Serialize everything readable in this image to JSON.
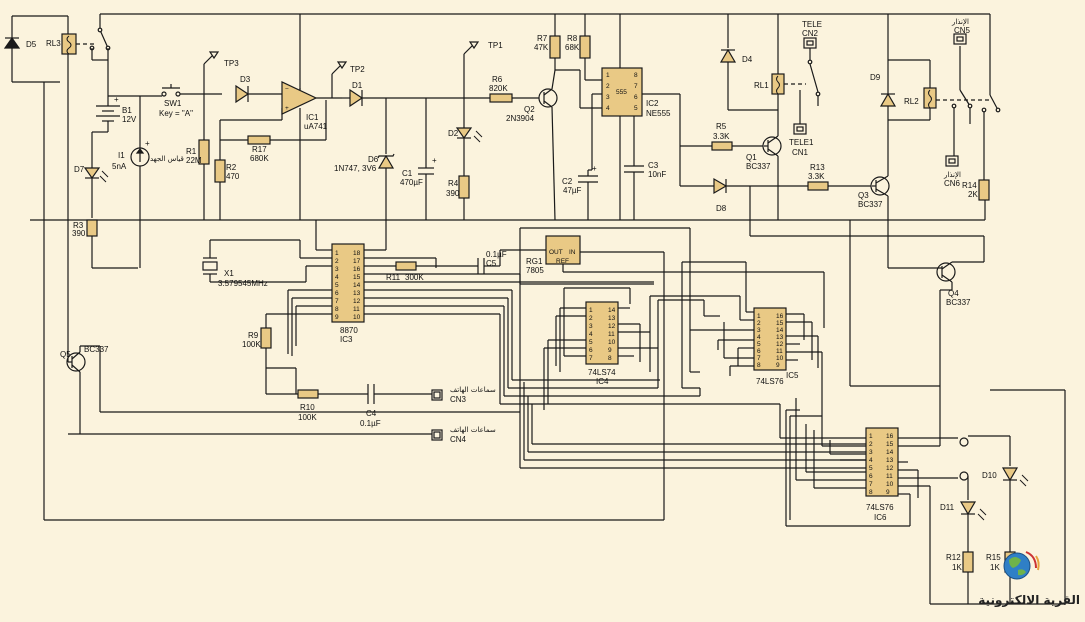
{
  "labels": {
    "d5": "D5",
    "rl3": "RL3",
    "b1": "B1",
    "b1_v": "12V",
    "d7": "D7",
    "i1": "I1",
    "i1_v": "5nA",
    "i1_ar": "قياس الجهد",
    "r3": "R3",
    "r3_v": "390",
    "sw1": "SW1",
    "sw1_key": "Key = \"A\"",
    "r1": "R1",
    "r1_v": "22M",
    "r2": "R2",
    "r2_v": "470",
    "r17": "R17",
    "r17_v": "680K",
    "d3": "D3",
    "tp3": "TP3",
    "ic1": "IC1",
    "ic1_v": "uA741",
    "tp2": "TP2",
    "d1": "D1",
    "d6": "D6",
    "d6_v": "1N747, 3V6",
    "c1": "C1",
    "c1_v": "470µF",
    "tp1": "TP1",
    "r6": "R6",
    "r6_v": "820K",
    "d2": "D2",
    "r4": "R4",
    "r4_v": "390",
    "r7": "R7",
    "r7_v": "47K",
    "r8": "R8",
    "r8_v": "68K",
    "q2": "Q2",
    "q2_v": "2N3904",
    "ic2": "IC2",
    "ic2_v": "NE555",
    "c2": "C2",
    "c2_v": "47µF",
    "c3": "C3",
    "c3_v": "10nF",
    "d4": "D4",
    "tele_top": "TELE",
    "cn2": "CN2",
    "rl1": "RL1",
    "tele1": "TELE1",
    "cn1": "CN1",
    "r5": "R5",
    "r5_v": "3.3K",
    "q1": "Q1",
    "q1_v": "BC337",
    "d8": "D8",
    "r13": "R13",
    "r13_v": "3.3K",
    "d9": "D9",
    "rl2": "RL2",
    "cn5_ar": "الإنذار",
    "cn5": "CN5",
    "cn6_ar": "الإنذار",
    "cn6": "CN6",
    "q3": "Q3",
    "q3_v": "BC337",
    "r14": "R14",
    "r14_v": "2K",
    "x1": "X1",
    "x1_v": "3.579545MHz",
    "ic3": "IC3",
    "ic3_v": "8870",
    "r11": "R11",
    "r11_v": "300K",
    "c5": "C5",
    "c5_v": "0.1µF",
    "rg1": "RG1",
    "rg1_v": "7805",
    "rg_out": "OUT",
    "rg_in": "IN",
    "rg_ref": "REF",
    "r9": "R9",
    "r9_v": "100K",
    "q4": "Q4",
    "q4_v": "BC337",
    "ic4": "IC4",
    "ic4_v": "74LS74",
    "ic5": "IC5",
    "ic5_v": "74LS76",
    "q5": "Q5",
    "q5_v": "BC337",
    "r10": "R10",
    "r10_v": "100K",
    "c4": "C4",
    "c4_v": "0.1µF",
    "cn3_ar": "سماعات الهاتف",
    "cn3": "CN3",
    "cn4_ar": "سماعات الهاتف",
    "cn4": "CN4",
    "d10": "D10",
    "d11": "D11",
    "ic6": "IC6",
    "ic6_v": "74LS76",
    "r12": "R12",
    "r12_v": "1K",
    "r15": "R15",
    "r15_v": "1K",
    "site": "القرية الالكترونية",
    "ne555_mark": "555"
  },
  "pins": {
    "p18_left": [
      "1",
      "2",
      "3",
      "4",
      "5",
      "6",
      "7",
      "8",
      "9"
    ],
    "p18_right": [
      "18",
      "17",
      "16",
      "15",
      "14",
      "13",
      "12",
      "11",
      "10"
    ],
    "p14_left": [
      "1",
      "2",
      "3",
      "4",
      "5",
      "6",
      "7"
    ],
    "p14_right": [
      "14",
      "13",
      "12",
      "11",
      "10",
      "9",
      "8"
    ],
    "p16_left": [
      "1",
      "2",
      "3",
      "4",
      "5",
      "6",
      "7",
      "8"
    ],
    "p16_right": [
      "16",
      "15",
      "14",
      "13",
      "12",
      "11",
      "10",
      "9"
    ],
    "ne555_left": [
      "1",
      "2",
      "3",
      "4"
    ],
    "ne555_right": [
      "8",
      "7",
      "6",
      "5"
    ]
  },
  "colors": {
    "background": "#fbf3dd",
    "component_fill": "#e9c985",
    "wire": "#1a1a1a"
  },
  "icons": {
    "globe": "globe-logo-icon"
  }
}
